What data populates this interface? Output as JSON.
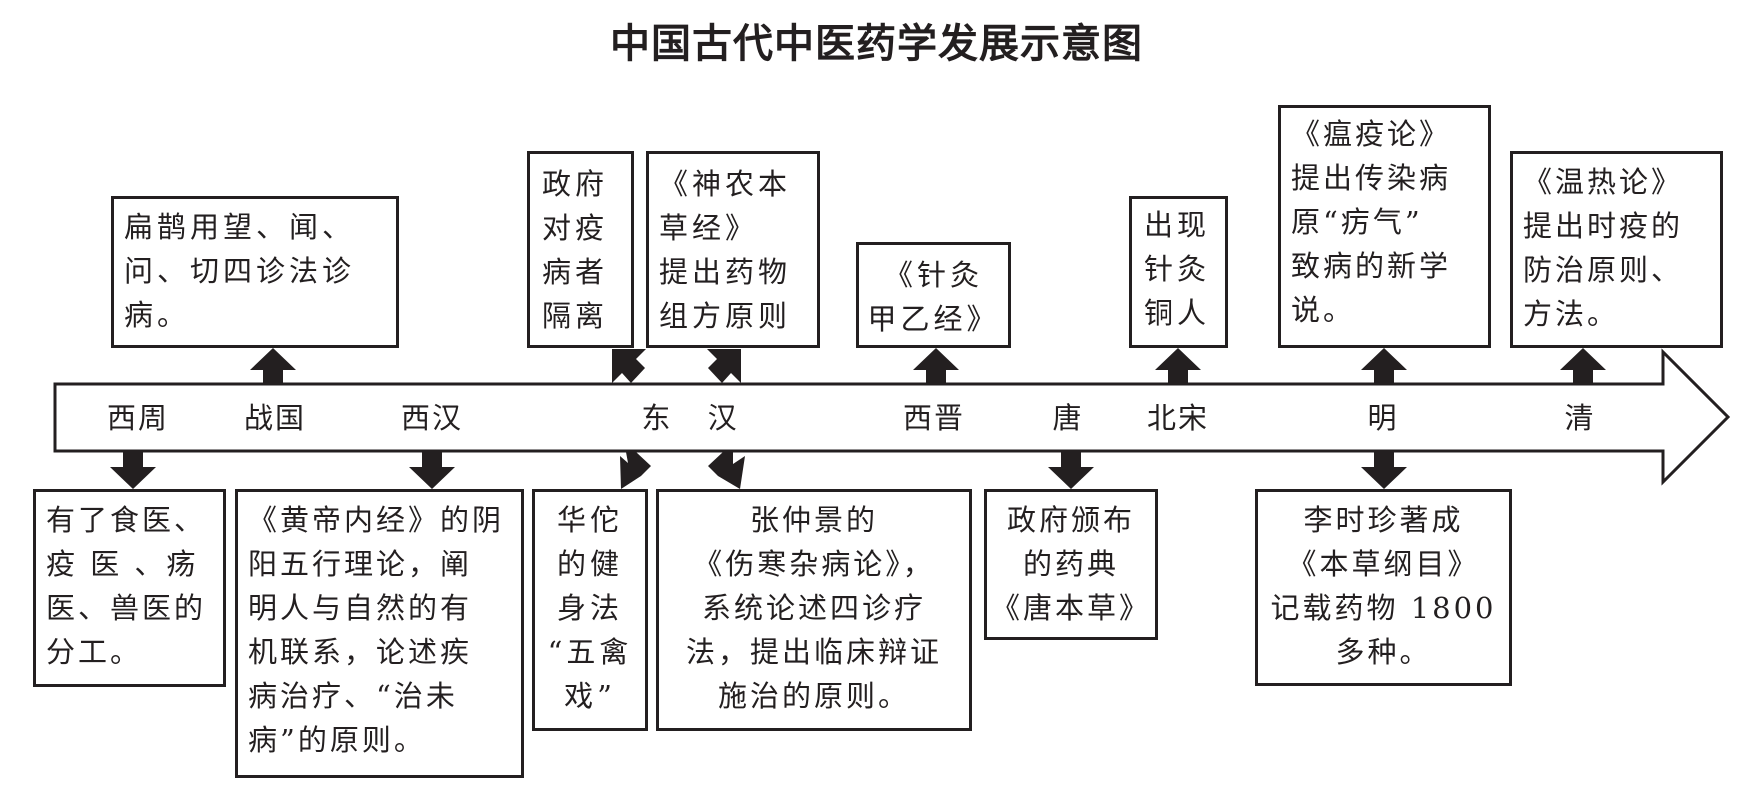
{
  "title": "中国古代中医药学发展示意图",
  "timeline": {
    "eras": [
      {
        "id": "western-zhou",
        "label": "西周"
      },
      {
        "id": "warring-states",
        "label": "战国"
      },
      {
        "id": "western-han",
        "label": "西汉"
      },
      {
        "id": "eastern-han",
        "label": "东 汉"
      },
      {
        "id": "western-jin",
        "label": "西晋"
      },
      {
        "id": "tang",
        "label": "唐"
      },
      {
        "id": "northern-song",
        "label": "北宋"
      },
      {
        "id": "ming",
        "label": "明"
      },
      {
        "id": "qing",
        "label": "清"
      }
    ]
  },
  "events_above": [
    {
      "era": "战国",
      "text": "扁鹊用望、闻、问、切四诊法诊病。"
    },
    {
      "era": "东汉",
      "text": "政府\n对疫\n病者\n隔离"
    },
    {
      "era": "东汉",
      "text": "《神农本\n草经》\n提出药物\n组方原则"
    },
    {
      "era": "西晋",
      "text": "《针灸\n甲乙经》"
    },
    {
      "era": "北宋",
      "text": "出现\n针灸\n铜人"
    },
    {
      "era": "明",
      "text": "《瘟疫论》\n提出传染病\n原“疠气”\n致病的新学\n说。"
    },
    {
      "era": "清",
      "text": "《温热论》\n提出时疫的\n防治原则、\n方法。"
    }
  ],
  "events_below": [
    {
      "era": "西周",
      "text": "有了食医、\n疫 医 、疡\n医、兽医的\n分工。"
    },
    {
      "era": "西汉",
      "text": "《黄帝内经》的阴\n阳五行理论，阐\n明人与自然的有\n机联系，论述疾\n病治疗、“治未\n病”的原则。"
    },
    {
      "era": "东汉",
      "text": "华佗\n的健\n身法\n“五禽\n戏”"
    },
    {
      "era": "东汉",
      "text": "张仲景的\n《伤寒杂病论》，\n系统论述四诊疗\n法，提出临床辩证\n施治的原则。"
    },
    {
      "era": "唐",
      "text": "政府颁布\n的药典\n《唐本草》"
    },
    {
      "era": "明",
      "text": "李时珍著成\n《本草纲目》\n记载药物 1800\n多种。"
    }
  ]
}
